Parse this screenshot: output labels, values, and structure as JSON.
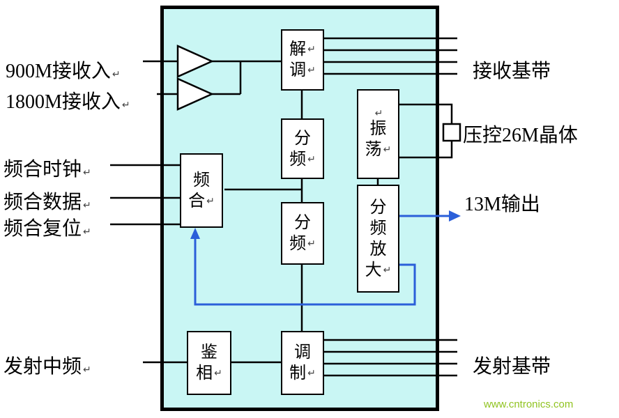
{
  "colors": {
    "chip-fill": "#c9f6f4",
    "accent-blue": "#2b5fd9",
    "watermark-green": "#90c320"
  },
  "marks": {
    "enter": "↵"
  },
  "left_labels": {
    "rx900": "900M接收入",
    "rx1800": "1800M接收入",
    "synth_clock": "频合时钟",
    "synth_data": "频合数据",
    "synth_reset": "频合复位",
    "tx_if": "发射中频"
  },
  "right_labels": {
    "rx_baseband": "接收基带",
    "vcxo": "压控26M晶体",
    "out_13m": "13M输出",
    "tx_baseband": "发射基带"
  },
  "blocks": {
    "demod": {
      "lines": [
        "解",
        "调"
      ]
    },
    "divider1": {
      "lines": [
        "分",
        "频"
      ]
    },
    "osc": {
      "lines": [
        "振",
        "荡"
      ]
    },
    "synth": {
      "lines": [
        "频",
        "合"
      ]
    },
    "divider2": {
      "lines": [
        "分",
        "频"
      ]
    },
    "div_amp": {
      "lines": [
        "分",
        "频",
        "放",
        "大"
      ]
    },
    "phase_det": {
      "lines": [
        "鉴",
        "相"
      ]
    },
    "mod": {
      "lines": [
        "调",
        "制"
      ]
    }
  },
  "watermark": "www.cntronics.com"
}
